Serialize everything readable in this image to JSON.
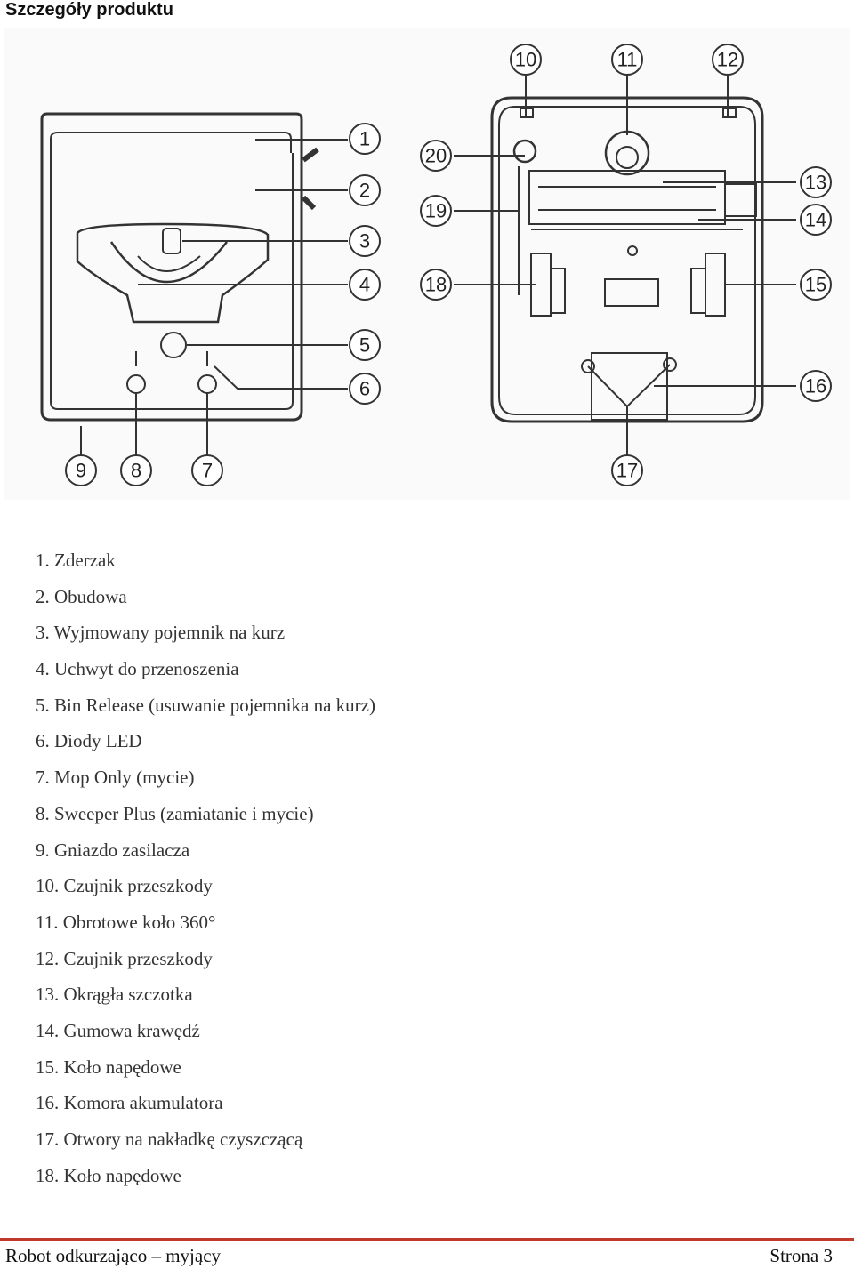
{
  "header": {
    "title": "Szczegóły produktu"
  },
  "figure": {
    "callouts": [
      "1",
      "2",
      "3",
      "4",
      "5",
      "6",
      "7",
      "8",
      "9",
      "10",
      "11",
      "12",
      "13",
      "14",
      "15",
      "16",
      "17",
      "18",
      "19",
      "20"
    ]
  },
  "parts": [
    {
      "num": "1.",
      "label": "Zderzak"
    },
    {
      "num": "2.",
      "label": "Obudowa"
    },
    {
      "num": "3.",
      "label": "Wyjmowany pojemnik na kurz"
    },
    {
      "num": "4.",
      "label": "Uchwyt do przenoszenia"
    },
    {
      "num": "5.",
      "label": "Bin Release (usuwanie pojemnika na kurz)"
    },
    {
      "num": "6.",
      "label": "Diody LED"
    },
    {
      "num": "7.",
      "label": "Mop Only (mycie)"
    },
    {
      "num": "8.",
      "label": "Sweeper Plus (zamiatanie i mycie)"
    },
    {
      "num": "9.",
      "label": "Gniazdo zasilacza"
    },
    {
      "num": "10.",
      "label": "Czujnik przeszkody"
    },
    {
      "num": "11.",
      "label": "Obrotowe koło 360°"
    },
    {
      "num": "12.",
      "label": "Czujnik przeszkody"
    },
    {
      "num": "13.",
      "label": "Okrągła szczotka"
    },
    {
      "num": "14.",
      "label": "Gumowa krawędź"
    },
    {
      "num": "15.",
      "label": "Koło napędowe"
    },
    {
      "num": "16.",
      "label": "Komora akumulatora"
    },
    {
      "num": "17.",
      "label": "Otwory na nakładkę czyszczącą"
    },
    {
      "num": "18.",
      "label": "Koło napędowe"
    }
  ],
  "footer": {
    "left": "Robot odkurzająco – myjący",
    "right": "Strona 3"
  }
}
